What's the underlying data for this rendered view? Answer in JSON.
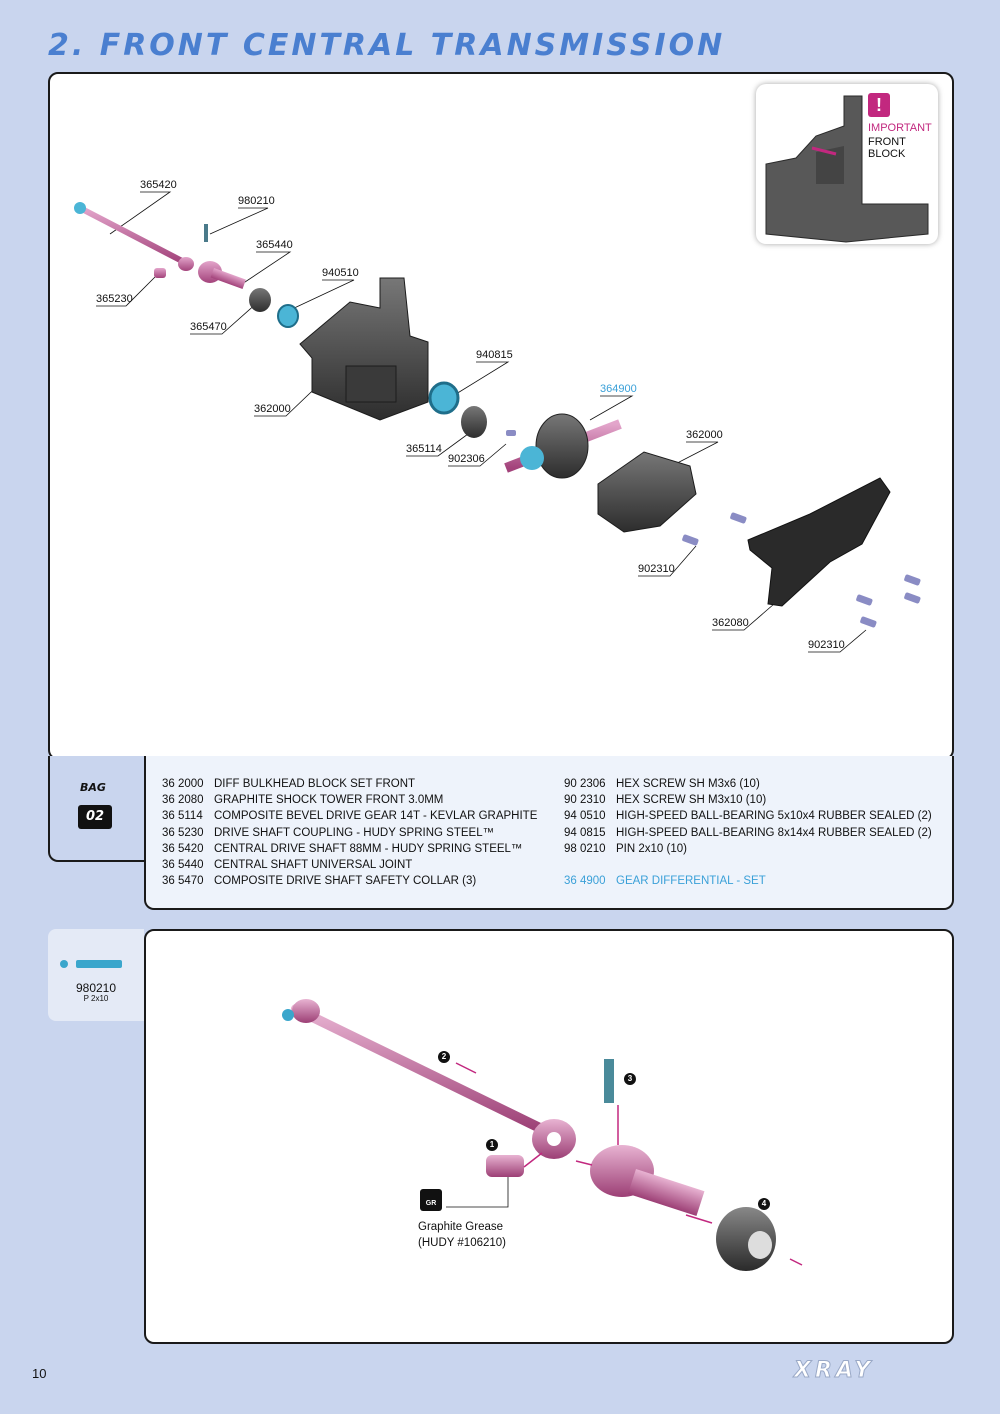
{
  "section_title": "2. FRONT CENTRAL TRANSMISSION",
  "important": {
    "icon": "!",
    "title": "IMPORTANT",
    "subtitle": "FRONT BLOCK"
  },
  "diagram_labels": {
    "l365420": "365420",
    "l980210": "980210",
    "l365440": "365440",
    "l940510": "940510",
    "l365230": "365230",
    "l365470": "365470",
    "l362000a": "362000",
    "l940815": "940815",
    "l364900": "364900",
    "l365114": "365114",
    "l902306": "902306",
    "l362000b": "362000",
    "l902310a": "902310",
    "l362080": "362080",
    "l902310b": "902310"
  },
  "bag": {
    "label": "BAG",
    "number": "02"
  },
  "parts_left": [
    {
      "code": "36 2000",
      "desc": "DIFF BULKHEAD BLOCK SET FRONT"
    },
    {
      "code": "36 2080",
      "desc": "GRAPHITE SHOCK TOWER FRONT 3.0MM"
    },
    {
      "code": "36 5114",
      "desc": "COMPOSITE BEVEL DRIVE GEAR 14T - KEVLAR GRAPHITE"
    },
    {
      "code": "36 5230",
      "desc": "DRIVE SHAFT COUPLING  - HUDY SPRING STEEL™"
    },
    {
      "code": "36 5420",
      "desc": "CENTRAL DRIVE SHAFT 88MM - HUDY SPRING STEEL™"
    },
    {
      "code": "36 5440",
      "desc": "CENTRAL SHAFT UNIVERSAL JOINT"
    },
    {
      "code": "36 5470",
      "desc": "COMPOSITE DRIVE SHAFT SAFETY COLLAR (3)"
    }
  ],
  "parts_right": [
    {
      "code": "90 2306",
      "desc": "HEX SCREW SH M3x6  (10)"
    },
    {
      "code": "90 2310",
      "desc": "HEX SCREW  SH M3x10  (10)"
    },
    {
      "code": "94 0510",
      "desc": "HIGH-SPEED BALL-BEARING 5x10x4 RUBBER SEALED  (2)"
    },
    {
      "code": "94 0815",
      "desc": "HIGH-SPEED BALL-BEARING 8x14x4 RUBBER SEALED  (2)"
    },
    {
      "code": "98 0210",
      "desc": "PIN 2x10  (10)"
    }
  ],
  "parts_set": {
    "code": "36 4900",
    "desc": "GEAR DIFFERENTIAL - SET",
    "color": "#3aa0d8"
  },
  "pin_legend": {
    "code": "980210",
    "size": "P 2x10"
  },
  "assembly": {
    "grease_icon": "GR",
    "grease_line1": "Graphite Grease",
    "grease_line2": "(HUDY #106210)",
    "steps": [
      "1",
      "2",
      "3",
      "4"
    ]
  },
  "page_number": "10",
  "brand": "XRAY",
  "colors": {
    "accent": "#4a7fd0",
    "important": "#c2287f",
    "part_pink": "#c45a97",
    "part_cyan": "#3aa6cc",
    "set_blue": "#3aa0d8"
  }
}
